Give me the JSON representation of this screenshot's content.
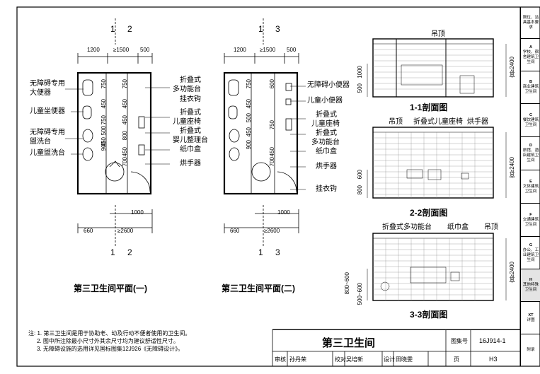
{
  "index": [
    {
      "letter": "",
      "label": "厕位、洁具基本要求"
    },
    {
      "letter": "A",
      "label": "学校、宿舍建筑卫生间"
    },
    {
      "letter": "B",
      "label": "商业建筑卫生间"
    },
    {
      "letter": "C",
      "label": "餐饮建筑卫生间"
    },
    {
      "letter": "D",
      "label": "旅馆、酒店建筑卫生间"
    },
    {
      "letter": "E",
      "label": "文体建筑卫生间"
    },
    {
      "letter": "F",
      "label": "交通建筑卫生间"
    },
    {
      "letter": "G",
      "label": "办公、工业建筑卫生间"
    },
    {
      "letter": "H",
      "label": "其他特殊卫生间",
      "active": true
    },
    {
      "letter": "XT",
      "label": "详图"
    },
    {
      "letter": "",
      "label": "附录"
    }
  ],
  "plan1": {
    "title": "第三卫生间平面(一)",
    "section_marks": [
      "1",
      "2",
      "1",
      "2"
    ],
    "dims_top": [
      "1200",
      "≥1500",
      "500"
    ],
    "dims_side": [
      "750",
      "450",
      "750",
      "450",
      "750",
      "500",
      "450",
      "800",
      "450",
      "500",
      "900",
      "450",
      "700"
    ],
    "dims_bottom": [
      "1000",
      "660",
      "≥2600"
    ],
    "labels_left": [
      "无障碍专用",
      "大便器",
      "儿童坐便器",
      "无障碍专用",
      "盥洗台",
      "儿童盥洗台"
    ],
    "labels_right": [
      "折叠式",
      "多功能台",
      "挂衣钩",
      "折叠式",
      "儿童座椅",
      "折叠式",
      "婴儿整理台",
      "纸巾盒",
      "烘手器"
    ]
  },
  "plan2": {
    "title": "第三卫生间平面(二)",
    "section_marks": [
      "1",
      "3",
      "1",
      "3"
    ],
    "dims_top": [
      "1200",
      "≥1500",
      "500"
    ],
    "dims_side": [
      "600",
      "750",
      "450",
      "500",
      "450",
      "750",
      "900",
      "450",
      "700"
    ],
    "dims_bottom": [
      "1000",
      "660",
      "≥2600"
    ],
    "labels_right": [
      "无障碍小便器",
      "儿童小便器",
      "折叠式",
      "儿童座椅",
      "折叠式",
      "多功能台",
      "纸巾盒",
      "烘手器",
      "挂衣钩"
    ]
  },
  "sections": {
    "s1": {
      "title": "1-1剖面图",
      "top_label": "吊顶",
      "dims": [
        "1000",
        "500"
      ],
      "height": "宜≥2400"
    },
    "s2": {
      "title": "2-2剖面图",
      "top_labels": [
        "吊顶",
        "折叠式儿童座椅",
        "烘手器"
      ],
      "dims": [
        "800",
        "600"
      ],
      "height": "宜≥2400"
    },
    "s3": {
      "title": "3-3剖面图",
      "top_labels": [
        "折叠式多功能台",
        "纸巾盒",
        "吊顶"
      ],
      "dims": [
        "800~600",
        "500~600"
      ],
      "height": "宜≥2400"
    }
  },
  "notes": [
    "注: 1. 第三卫生间是用于协助老、幼及行动不便者使用的卫生间。",
    "2. 图中所注除最小尺寸外其余尺寸均为建议舒适性尺寸。",
    "3. 无障碍设施的选用详见国标图集12J926《无障碍设计》。"
  ],
  "titleblock": {
    "title": "第三卫生间",
    "atlas_label": "图集号",
    "atlas_no": "16J914-1",
    "review_label": "审核",
    "reviewer": "孙丹荣",
    "check_label": "校对",
    "checker": "吴培新",
    "design_label": "设计",
    "designer": "田晓雯",
    "page_label": "页",
    "page_no": "H3"
  }
}
